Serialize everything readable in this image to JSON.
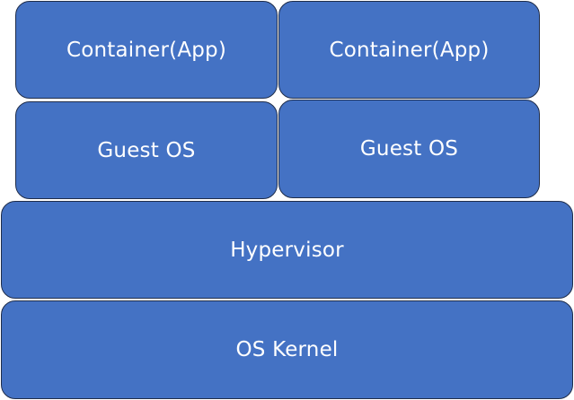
{
  "diagram": {
    "layers": {
      "container_left": "Container(App)",
      "container_right": "Container(App)",
      "guest_os_left": "Guest OS",
      "guest_os_right": "Guest OS",
      "hypervisor": "Hypervisor",
      "os_kernel": "OS Kernel"
    },
    "colors": {
      "block_fill": "#4472c4",
      "block_border": "#1f2d4a",
      "text": "#ffffff"
    }
  }
}
